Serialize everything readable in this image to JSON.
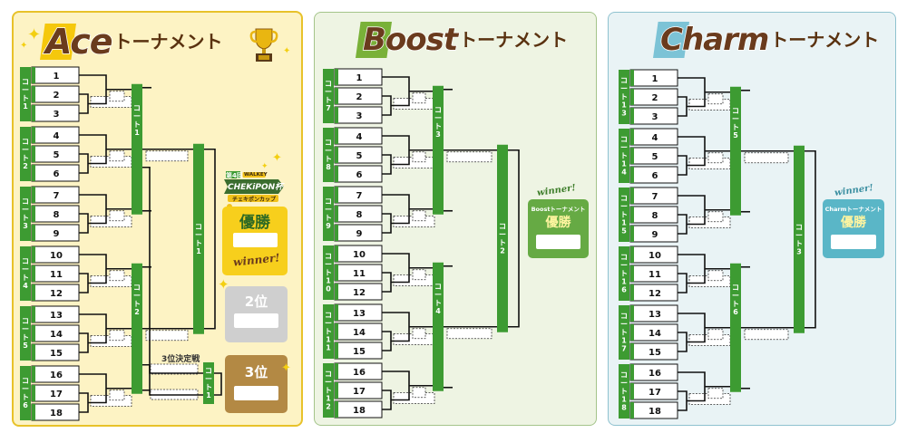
{
  "colors": {
    "green": "#3d9b32",
    "dark_green": "#2e7d27",
    "ace_bg": "#fdf3c4",
    "ace_border": "#e8c22a",
    "ace_winner": "#f7cf1c",
    "silver": "#cfcfcf",
    "bronze": "#b38944",
    "boost_winner": "#66aa44",
    "charm_winner": "#5ab6c7",
    "title_brown": "#6a3b1d"
  },
  "tournaments": [
    {
      "id": "ace",
      "title_big": "Ace",
      "title_suffix": "トーナメント",
      "groups": [
        {
          "court": "コート1",
          "seeds": [
            "1",
            "2",
            "3"
          ]
        },
        {
          "court": "コート2",
          "seeds": [
            "4",
            "5",
            "6"
          ]
        },
        {
          "court": "コート3",
          "seeds": [
            "7",
            "8",
            "9"
          ]
        },
        {
          "court": "コート4",
          "seeds": [
            "10",
            "11",
            "12"
          ]
        },
        {
          "court": "コート5",
          "seeds": [
            "13",
            "14",
            "15"
          ]
        },
        {
          "court": "コート6",
          "seeds": [
            "16",
            "17",
            "18"
          ]
        }
      ],
      "semis": [
        {
          "court": "コート1"
        },
        {
          "court": "コート2"
        }
      ],
      "final": {
        "court": "コート1"
      },
      "third": {
        "court": "コート1",
        "label": "3位決定戦"
      },
      "winner_label": "優勝",
      "winner_script": "winner!",
      "second_label": "2位",
      "third_place_label": "3位",
      "logo": {
        "small": "第4回",
        "brand_top": "WALKEY",
        "brand": "CHEKiPON杯",
        "sub": "チェキポンカップ"
      }
    },
    {
      "id": "boost",
      "title_big": "Boost",
      "title_suffix": "トーナメント",
      "groups": [
        {
          "court": "コート7",
          "seeds": [
            "1",
            "2",
            "3"
          ]
        },
        {
          "court": "コート8",
          "seeds": [
            "4",
            "5",
            "6"
          ]
        },
        {
          "court": "コート9",
          "seeds": [
            "7",
            "8",
            "9"
          ]
        },
        {
          "court": "コート10",
          "seeds": [
            "10",
            "11",
            "12"
          ]
        },
        {
          "court": "コート11",
          "seeds": [
            "13",
            "14",
            "15"
          ]
        },
        {
          "court": "コート12",
          "seeds": [
            "16",
            "17",
            "18"
          ]
        }
      ],
      "semis": [
        {
          "court": "コート3"
        },
        {
          "court": "コート4"
        }
      ],
      "final": {
        "court": "コート2"
      },
      "winner_label": "優勝",
      "winner_title": "Boostトーナメント",
      "winner_script": "winner!"
    },
    {
      "id": "charm",
      "title_big": "Charm",
      "title_suffix": "トーナメント",
      "groups": [
        {
          "court": "コート13",
          "seeds": [
            "1",
            "2",
            "3"
          ]
        },
        {
          "court": "コート14",
          "seeds": [
            "4",
            "5",
            "6"
          ]
        },
        {
          "court": "コート15",
          "seeds": [
            "7",
            "8",
            "9"
          ]
        },
        {
          "court": "コート16",
          "seeds": [
            "10",
            "11",
            "12"
          ]
        },
        {
          "court": "コート17",
          "seeds": [
            "13",
            "14",
            "15"
          ]
        },
        {
          "court": "コート18",
          "seeds": [
            "16",
            "17",
            "18"
          ]
        }
      ],
      "semis": [
        {
          "court": "コート5"
        },
        {
          "court": "コート6"
        }
      ],
      "final": {
        "court": "コート3"
      },
      "winner_label": "優勝",
      "winner_title": "Charmトーナメント",
      "winner_script": "winner!"
    }
  ]
}
